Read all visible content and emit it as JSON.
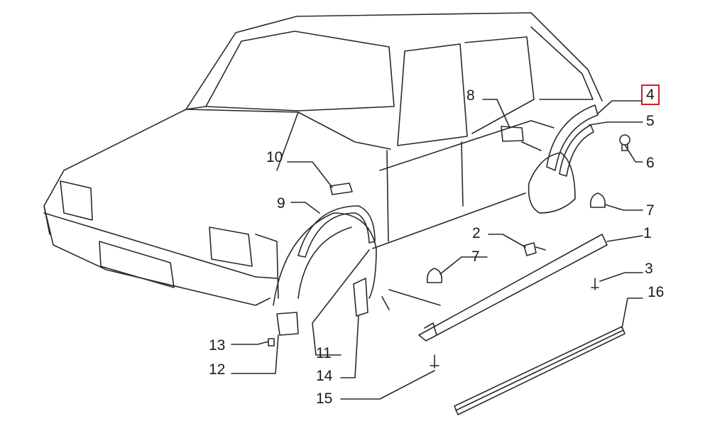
{
  "callouts": [
    {
      "key": "1",
      "label": "1"
    },
    {
      "key": "2",
      "label": "2"
    },
    {
      "key": "3",
      "label": "3"
    },
    {
      "key": "4",
      "label": "4",
      "highlighted": true
    },
    {
      "key": "5",
      "label": "5"
    },
    {
      "key": "6",
      "label": "6"
    },
    {
      "key": "7a",
      "label": "7"
    },
    {
      "key": "7b",
      "label": "7"
    },
    {
      "key": "8",
      "label": "8"
    },
    {
      "key": "9",
      "label": "9"
    },
    {
      "key": "10",
      "label": "10"
    },
    {
      "key": "11",
      "label": "11"
    },
    {
      "key": "12",
      "label": "12"
    },
    {
      "key": "13",
      "label": "13"
    },
    {
      "key": "14",
      "label": "14"
    },
    {
      "key": "15",
      "label": "15"
    },
    {
      "key": "16",
      "label": "16"
    }
  ],
  "colors": {
    "line": "#2a2a2a",
    "highlight": "#d11f1f",
    "background": "#ffffff"
  }
}
